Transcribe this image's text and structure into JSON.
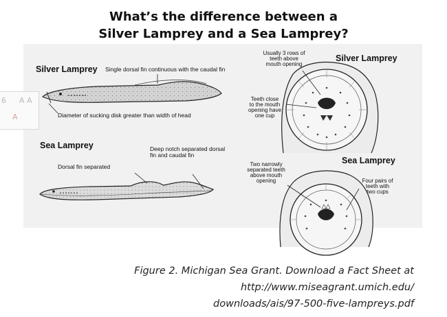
{
  "title": {
    "line1": "What’s the difference between a",
    "line2": "Silver Lamprey and a Sea Lamprey?"
  },
  "silver_side": {
    "species": "Silver Lamprey",
    "fin_note": "Single dorsal fin continuous with the caudal fin",
    "disk_note": "Diameter of sucking disk greater than width of head"
  },
  "sea_side": {
    "species": "Sea Lamprey",
    "notch_note": [
      "Deep notch separated dorsal",
      "fin and caudal fin"
    ],
    "dorsal_note": "Dorsal fin separated"
  },
  "silver_mouth": {
    "species": "Silver Lamprey",
    "rows_note": [
      "Usually 3 rows of",
      "teeth above",
      "mouth opening"
    ],
    "cup_note": [
      "Teeth close",
      "to the mouth",
      "opening have",
      "one cup"
    ]
  },
  "sea_mouth": {
    "species": "Sea Lamprey",
    "teeth_note": [
      "Two narrowly",
      "separated teeth",
      "above mouth",
      "opening"
    ],
    "pairs_note": [
      "Four pairs of",
      "teeth with",
      "two cups"
    ]
  },
  "ghost_toolbar": {
    "left_text": "6",
    "font_letters": "A A",
    "color_letter": "A"
  },
  "caption": {
    "line1": "Figure 2. Michigan Sea Grant. Download a Fact Sheet at",
    "line2": "http://www.miseagrant.umich.edu/",
    "line3": "downloads/ais/97-500-five-lampreys.pdf"
  }
}
